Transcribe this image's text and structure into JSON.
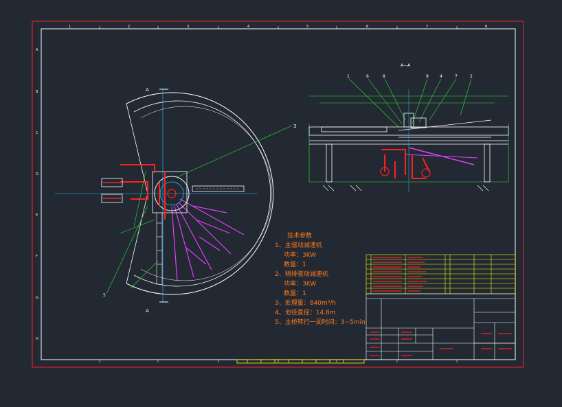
{
  "drawing": {
    "section_label": "A",
    "section_title": "A—A",
    "callout_plan": "3",
    "callout_plan_5": "5",
    "section_callouts": [
      "1",
      "6",
      "8",
      "9",
      "4",
      "7",
      "2"
    ],
    "top_ruler_numbers": [
      "1",
      "2",
      "3",
      "4",
      "5",
      "6",
      "7",
      "8"
    ],
    "left_ruler_letters": [
      "A",
      "B",
      "C",
      "D",
      "E",
      "F",
      "G",
      "H"
    ]
  },
  "notes": {
    "title": "技术参数",
    "lines": [
      "1、主驱动减速机",
      "功率：3KW",
      "数量：1",
      "2、稍排驱动减速机",
      "功率：3KW",
      "数量：1",
      "3、处理量：840m³/h",
      "4、池径直径：14.8m",
      "5、主桥转行一周时间：3~5min"
    ]
  },
  "colors": {
    "background": "#222933",
    "frame_outer": "#ff2020",
    "frame_inner": "#ffffff",
    "tank": "#ffffff",
    "machinery": "#ff2020",
    "mechanism": "#e040fb",
    "leaders": "#2ee62e",
    "centerline": "#20c8ff",
    "notes": "#ff7a1a",
    "table": "#ffff00"
  }
}
